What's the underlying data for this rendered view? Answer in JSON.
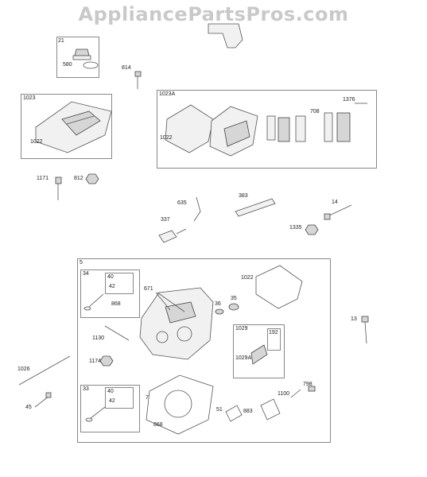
{
  "watermark": "AppliancePartsPros.com",
  "labels": {
    "p21": "21",
    "p580": "580",
    "p814": "814",
    "p1023": "1023",
    "p1022a": "1022",
    "p1023A": "1023A",
    "p1022b": "1022",
    "p708": "708",
    "p1376": "1376",
    "p1171": "1171",
    "p812": "812",
    "p635": "635",
    "p383": "383",
    "p14": "14",
    "p337": "337",
    "p1335": "1335",
    "p5": "5",
    "p34": "34",
    "p40a": "40",
    "p42a": "42",
    "p868a": "868",
    "p671": "671",
    "p36": "36",
    "p35": "35",
    "p1022c": "1022",
    "p1029": "1029",
    "p192": "192",
    "p1029A": "1029A",
    "p1130": "1130",
    "p1174": "1174",
    "p13": "13",
    "p1026": "1026",
    "p45": "45",
    "p33": "33",
    "p40b": "40",
    "p42b": "42",
    "p7": "7",
    "p868b": "868",
    "p51": "51",
    "p883": "883",
    "p1100": "1100",
    "p798": "798"
  }
}
